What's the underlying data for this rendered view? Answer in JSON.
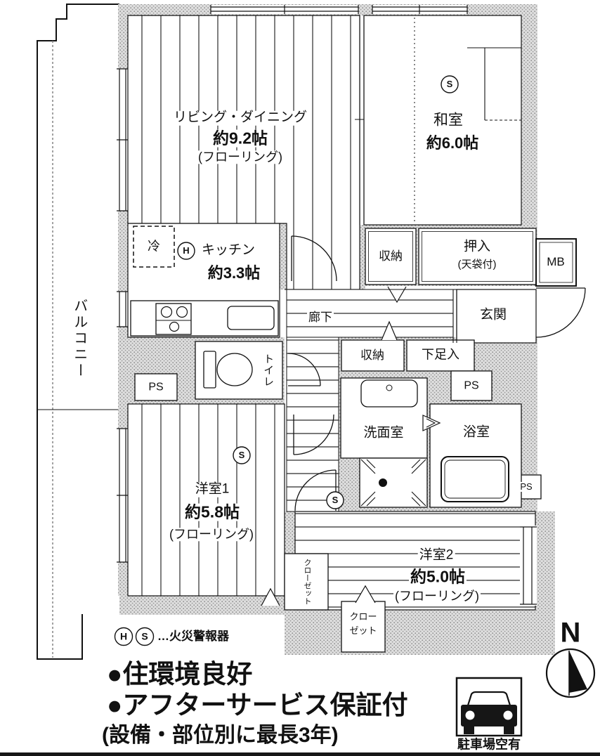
{
  "plan": {
    "balcony": "バルコニー",
    "living_dining": {
      "name": "リビング・ダイニング",
      "size": "約9.2帖",
      "floor": "(フローリング)"
    },
    "washitsu": {
      "name": "和室",
      "size": "約6.0帖"
    },
    "kitchen": {
      "name": "キッチン",
      "size": "約3.3帖"
    },
    "western1": {
      "name": "洋室1",
      "size": "約5.8帖",
      "floor": "(フローリング)"
    },
    "western2": {
      "name": "洋室2",
      "size": "約5.0帖",
      "floor": "(フローリング)"
    },
    "genkan": "玄関",
    "hallway": "廊下",
    "storage": "収納",
    "oshiire": "押入",
    "oshiire_note": "(天袋付)",
    "meter_box": "MB",
    "shoe_cabinet": "下足入",
    "toilet": "トイレ",
    "washroom": "洗面室",
    "bathroom": "浴室",
    "closet": "クローゼット",
    "closet_line1": "クロー",
    "closet_line2": "ゼット",
    "fridge": "冷",
    "pipe_space": "PS",
    "sensor_h": "H",
    "sensor_s": "S"
  },
  "legend": {
    "fire_alarm": "…火災警報器"
  },
  "notes": {
    "line1": "●住環境良好",
    "line2": "●アフターサービス保証付",
    "line3": "(設備・部位別に最長3年)"
  },
  "compass": {
    "north": "N"
  },
  "parking": {
    "label": "駐車場空有"
  }
}
